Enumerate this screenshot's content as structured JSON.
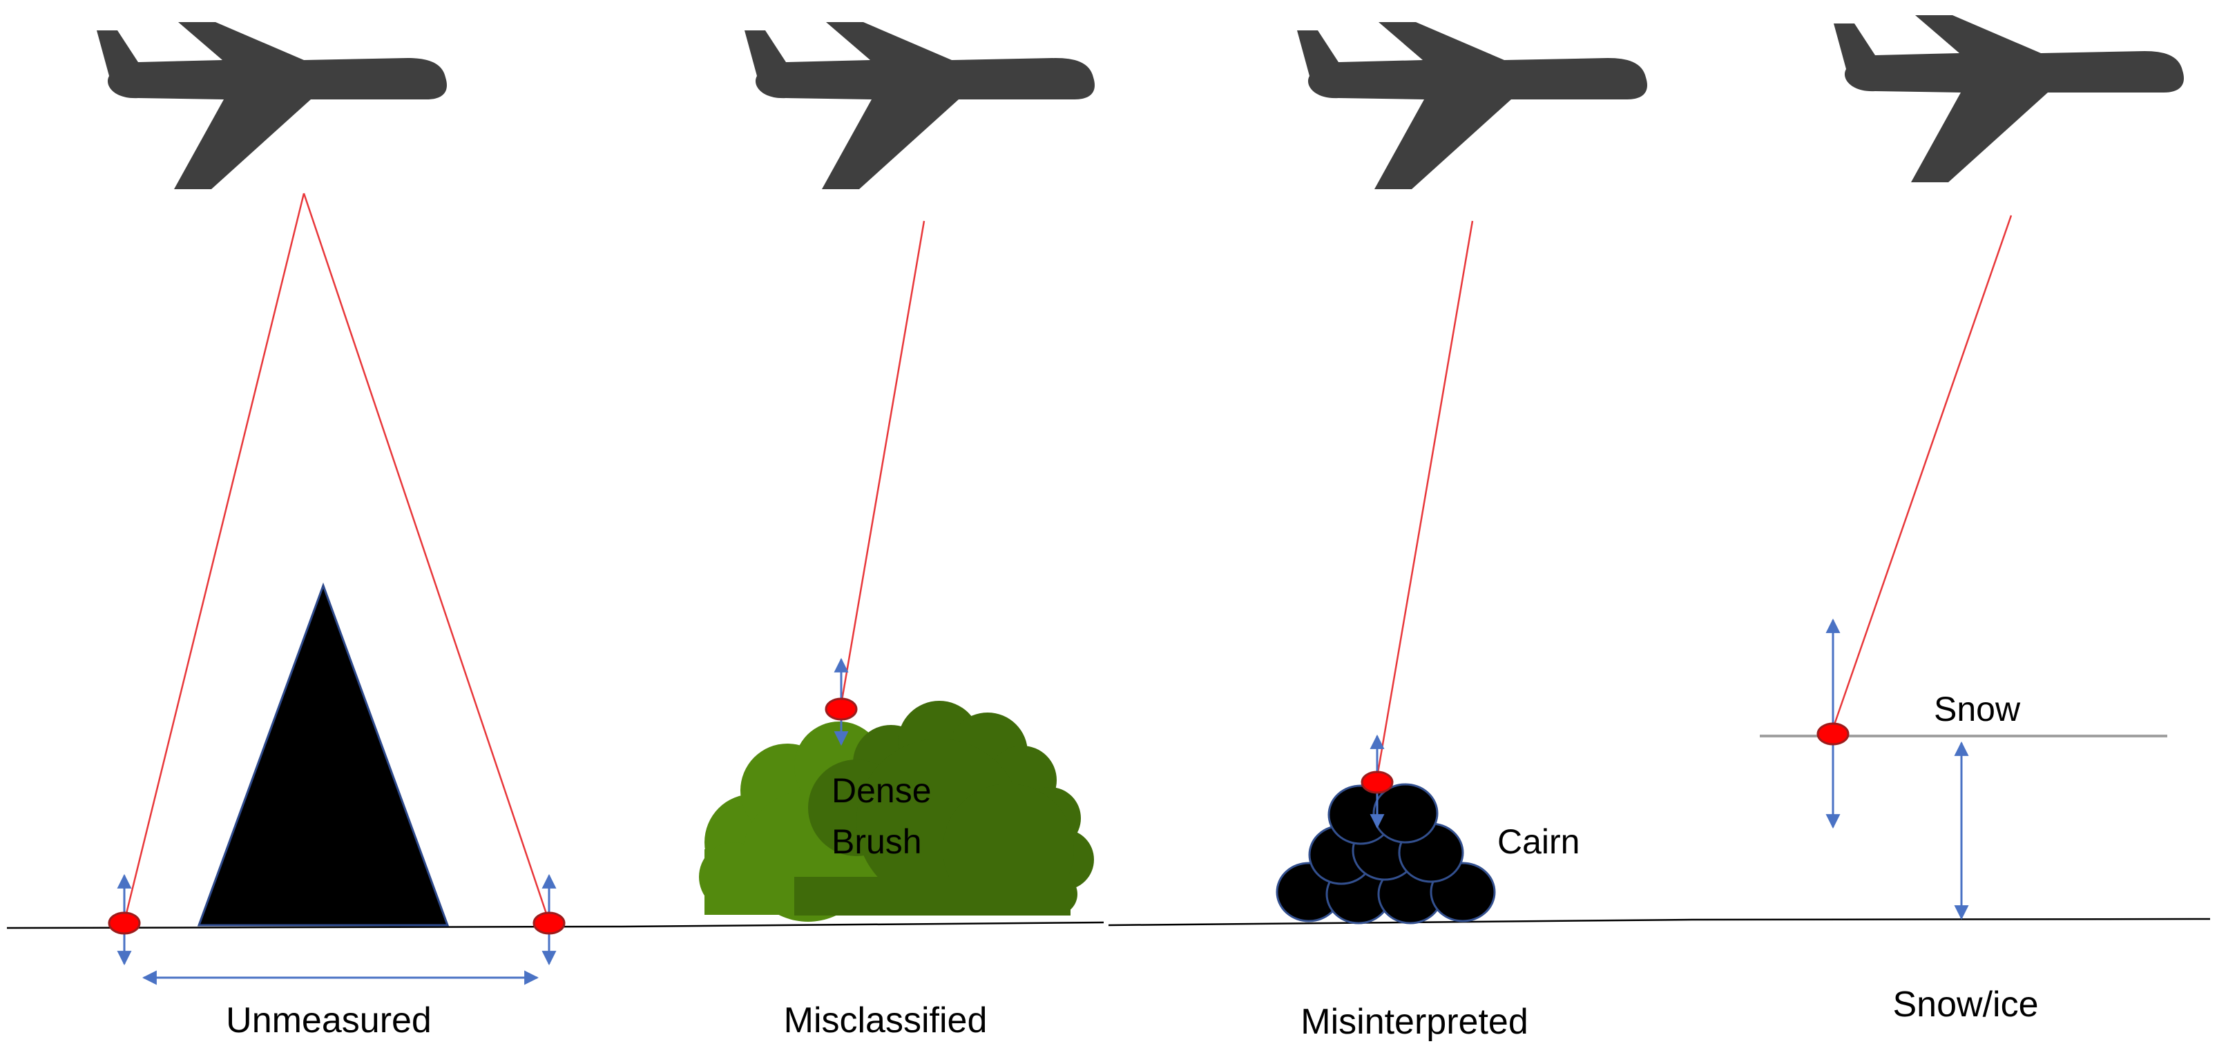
{
  "colors": {
    "plane": "#3f3f3f",
    "laser": "#e8373a",
    "ground": "#000000",
    "arrow": "#4a72c4",
    "hit_point_fill": "#ff0000",
    "hit_point_stroke": "#9c1c1c",
    "obstacle": "#000000",
    "obstacle_edge": "#2e4a8c",
    "brush_light": "#538a0e",
    "brush_dark": "#3f6b0a",
    "cairn_stone": "#000000",
    "cairn_edge": "#33508f",
    "snow_line": "#a0a0a0"
  },
  "icons": [
    "airplane-icon",
    "airplane-icon",
    "airplane-icon",
    "airplane-icon"
  ],
  "panels": [
    {
      "id": "unmeasured",
      "caption": "Unmeasured"
    },
    {
      "id": "misclassified",
      "caption": "Misclassified",
      "object_label": [
        "Dense",
        "Brush"
      ]
    },
    {
      "id": "misinterpreted",
      "caption": "Misinterpreted",
      "object_label": "Cairn"
    },
    {
      "id": "snow-ice",
      "caption": "Snow/ice",
      "object_label": "Snow"
    }
  ]
}
